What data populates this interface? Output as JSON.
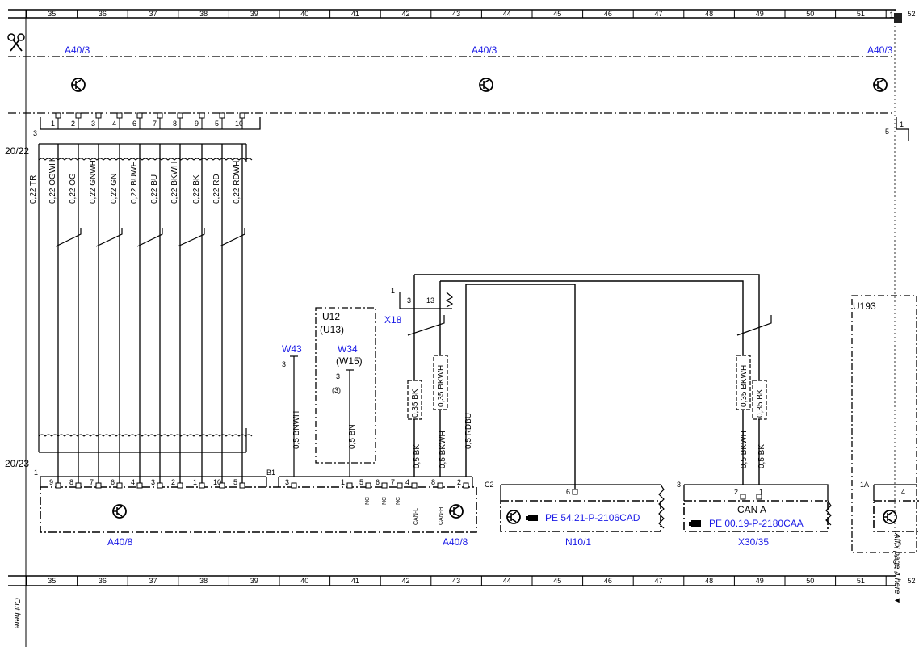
{
  "ruler": {
    "columns": [
      "35",
      "36",
      "37",
      "38",
      "39",
      "40",
      "41",
      "42",
      "43",
      "44",
      "45",
      "46",
      "47",
      "48",
      "49",
      "50",
      "51",
      "52"
    ]
  },
  "refs": {
    "top_a40_3": [
      "A40/3",
      "A40/3",
      "A40/3"
    ],
    "sheet_top": "20/22",
    "sheet_bottom": "20/23",
    "page_corner": "1",
    "conn_top_left": "3",
    "conn_top_right": "5",
    "conn_top_right_pin": "1"
  },
  "top_connector_pins": [
    "1",
    "2",
    "3",
    "4",
    "6",
    "7",
    "8",
    "9",
    "5",
    "10"
  ],
  "bus_wires": [
    "0,22 TR",
    "0,22 OGWH",
    "0,22 OG",
    "0,22 GNWH",
    "0,22 GN",
    "0,22 BUWH",
    "0,22 BU",
    "0,22 BKWH",
    "0,22 BK",
    "0,22 RD",
    "0,22 RDWH"
  ],
  "module_a40_8_left": {
    "conn": "1",
    "pins": [
      "9",
      "8",
      "7",
      "6",
      "4",
      "3",
      "2",
      "1",
      "10",
      "5"
    ],
    "label": "A40/8"
  },
  "module_a40_8_right": {
    "conn": "B1",
    "pins": [
      "3",
      "1",
      "5",
      "6",
      "7",
      "4",
      "8",
      "2"
    ],
    "nc": [
      "NC",
      "NC",
      "NC"
    ],
    "can_l": "CAN-L",
    "can_h": "CAN-H",
    "label": "A40/8"
  },
  "w43": {
    "label": "W43",
    "pin": "3",
    "wire": "0,5 BNWH"
  },
  "u12": {
    "title": "U12",
    "alt": "(U13)",
    "w": "W34",
    "w_alt": "(W15)",
    "pin": "3",
    "pin_alt": "(3)",
    "wire": "0,5 BN"
  },
  "x18": {
    "label": "X18",
    "conn": "1",
    "pin_a": "3",
    "pin_b": "13"
  },
  "can_wires_left": {
    "twist_top": [
      "0,35 BK",
      "0,35 BKWH"
    ],
    "bottom": [
      "0,5 BK",
      "0,5 BKWH",
      "0,5 RDBU"
    ]
  },
  "can_wires_right": {
    "twist_top": [
      "0,35 BKWH",
      "0,35 BK"
    ],
    "bottom": [
      "0,5 BKWH",
      "0,5 BK"
    ]
  },
  "n10_1": {
    "conn": "C2",
    "pin": "6",
    "ref": "PE 54.21-P-2106CAD",
    "label": "N10/1"
  },
  "x30_35": {
    "conn": "3",
    "pins": [
      "2",
      "1"
    ],
    "title": "CAN A",
    "ref": "PE 00.19-P-2180CAA",
    "label": "X30/35"
  },
  "u193": {
    "label": "U193",
    "conn": "1A",
    "pin": "4"
  },
  "side_text": {
    "cut_here": "Cut here",
    "affix": "Affix page 4 here ▼"
  },
  "colors": {
    "link_blue": "#1a1ae6",
    "line": "#000000"
  }
}
